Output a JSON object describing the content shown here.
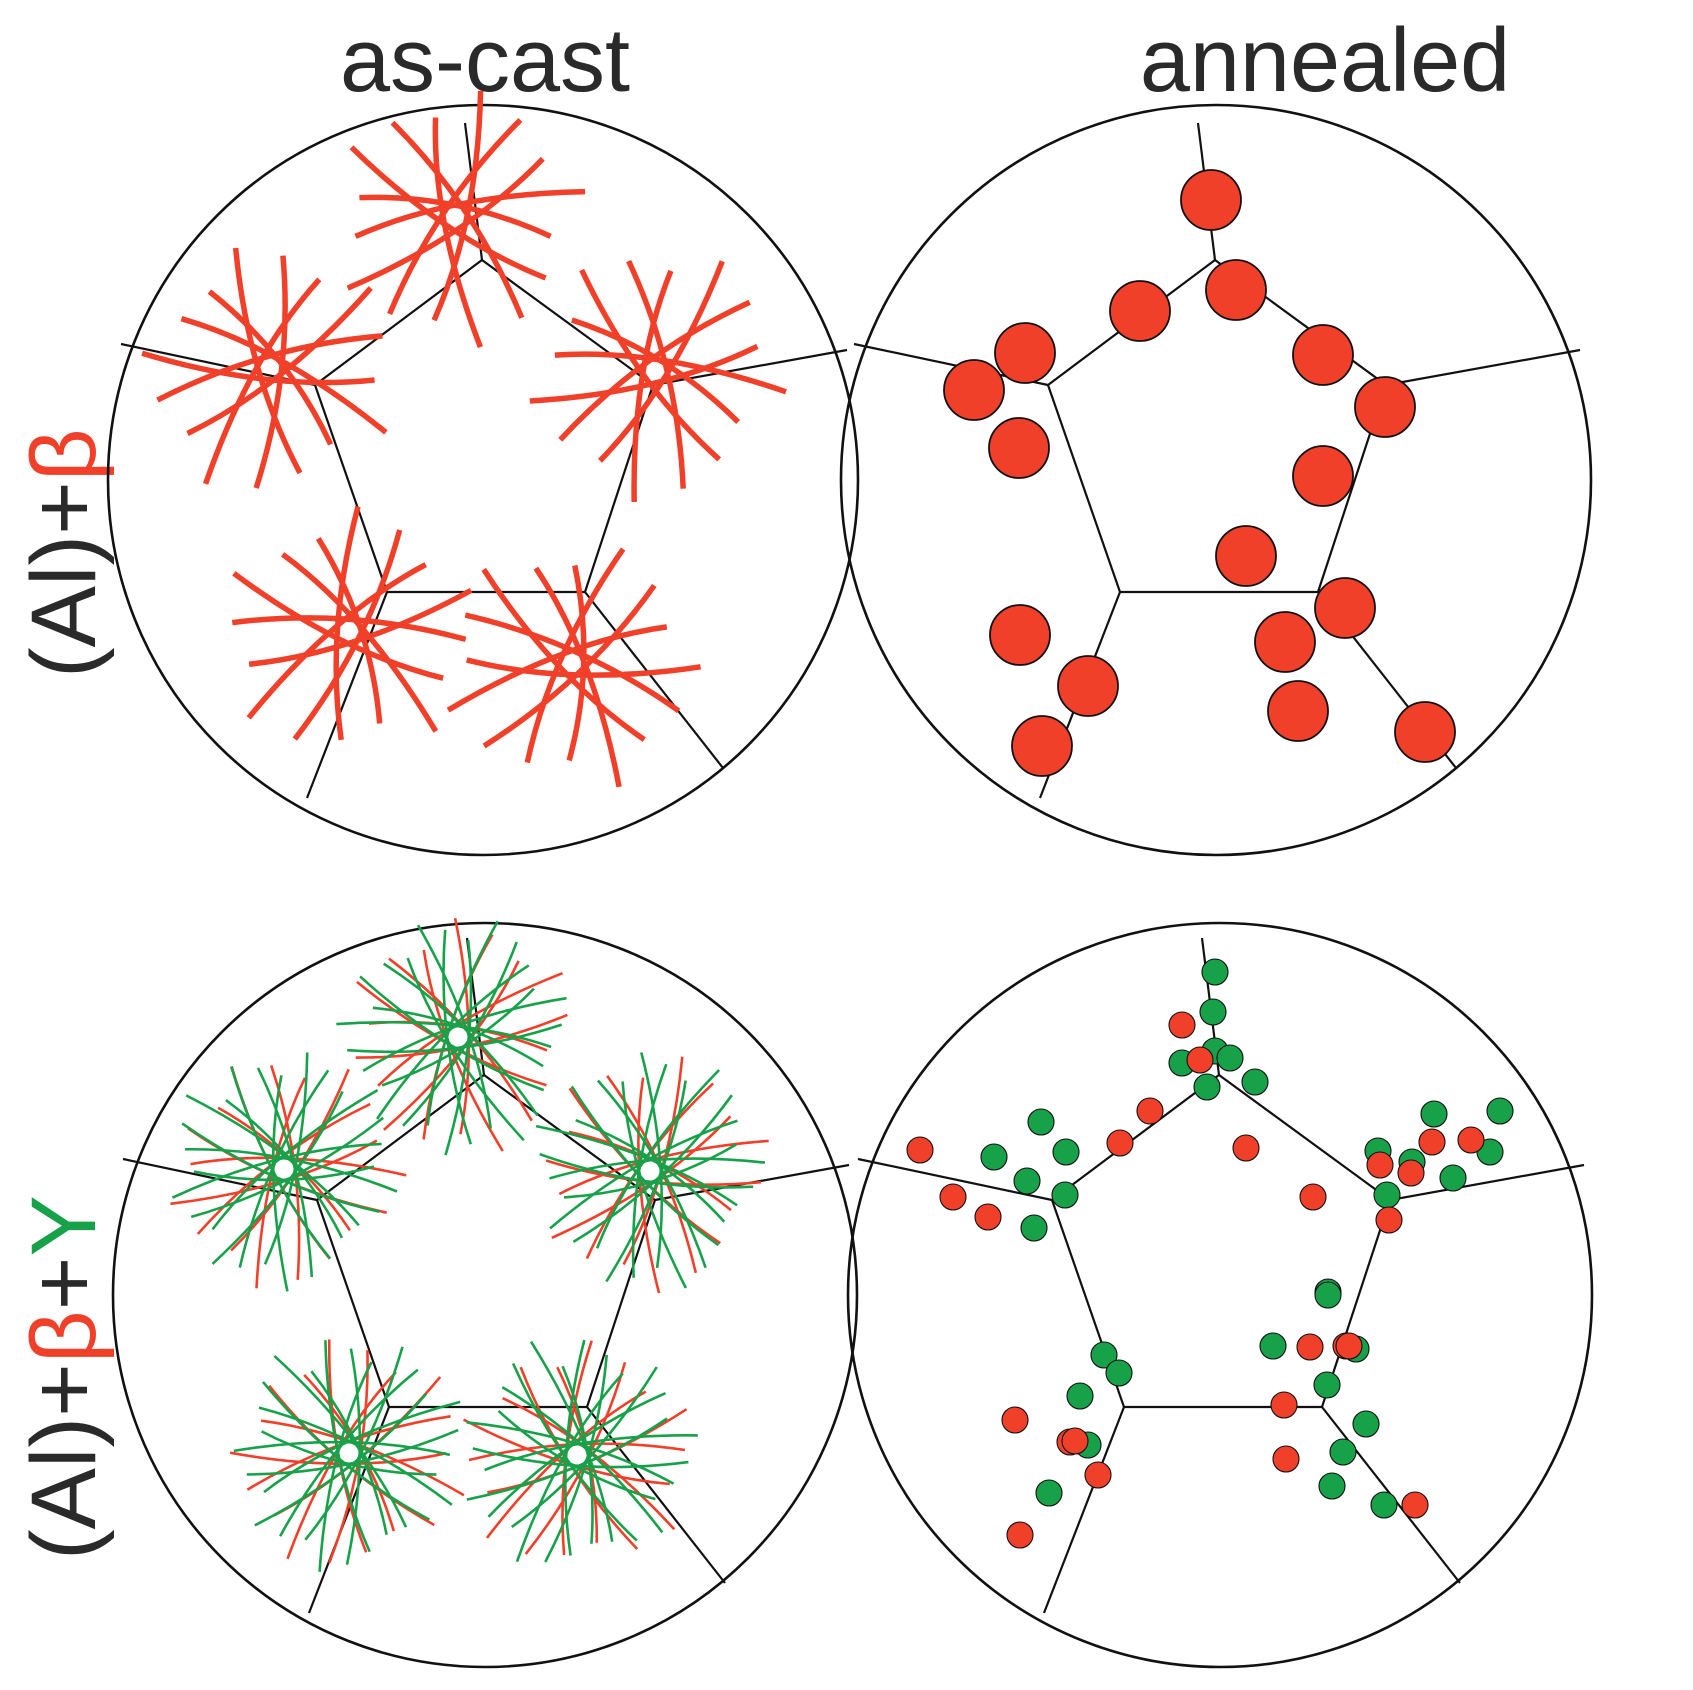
{
  "columns": {
    "left": "as-cast",
    "right": "annealed"
  },
  "rows": {
    "top": {
      "matrix": "(Al)+",
      "beta": "β"
    },
    "bottom": {
      "matrix": "(Al)+",
      "beta": "β",
      "plus": "+",
      "gamma": "Y"
    }
  },
  "colors": {
    "outline": "#111111",
    "beta_phase": "#f0402a",
    "third_phase": "#17a24a",
    "text": "#2a2a2a"
  },
  "panels": [
    {
      "id": "top-left",
      "state": "as-cast",
      "phases": [
        "beta"
      ],
      "morphology": "radiating needles at grain-boundary junctions"
    },
    {
      "id": "top-right",
      "state": "annealed",
      "phases": [
        "beta"
      ],
      "morphology": "coarse spheroidal particles along grain boundaries"
    },
    {
      "id": "bottom-left",
      "state": "as-cast",
      "phases": [
        "beta",
        "gamma"
      ],
      "morphology": "fine radiating needles of two phases"
    },
    {
      "id": "bottom-right",
      "state": "annealed",
      "phases": [
        "beta",
        "gamma"
      ],
      "morphology": "fine spheroidal particles of two phases along grain boundaries"
    }
  ]
}
